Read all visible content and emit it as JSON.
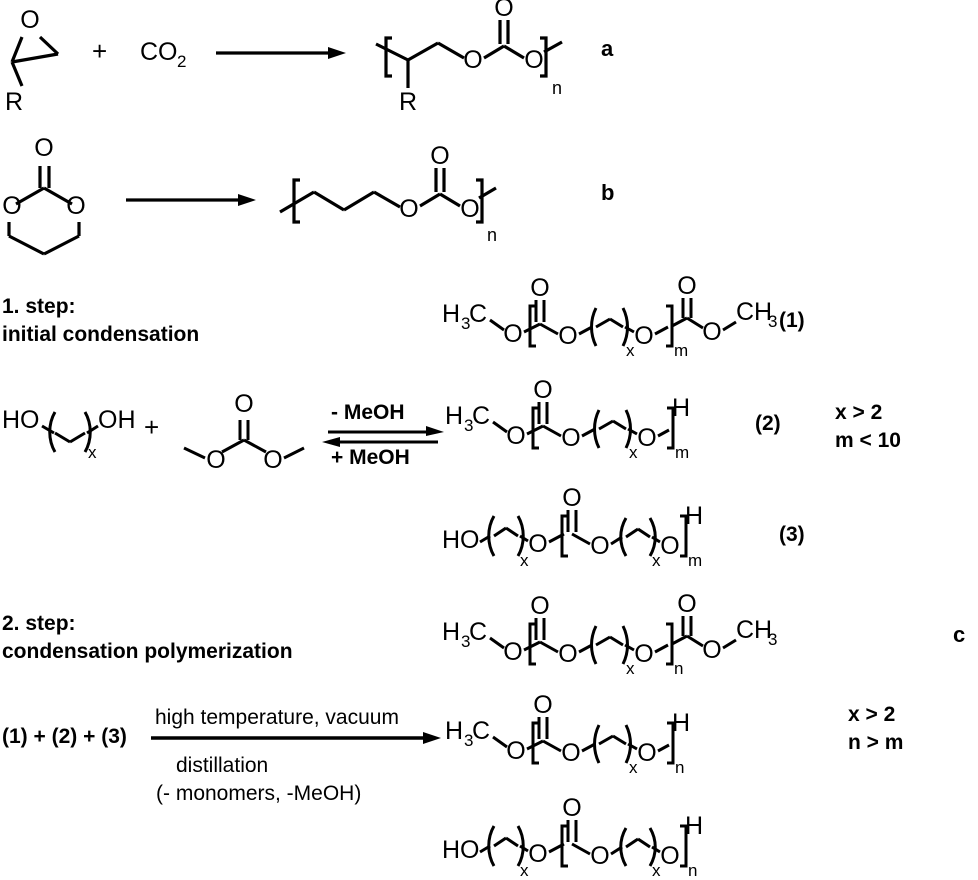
{
  "scheme": {
    "labels": {
      "a": "a",
      "b": "b",
      "c": "c"
    },
    "row_a": {
      "reactant_epoxide": {
        "oxygen": "O",
        "r_group": "R"
      },
      "plus": "+",
      "reactant_co2": {
        "element": "CO",
        "subscript": "2"
      },
      "product": {
        "r_group": "R",
        "oxygen1": "O",
        "oxygen2": "O",
        "carbonyl": "O",
        "repeat": "n"
      }
    },
    "row_b": {
      "reactant_cyclic_carbonate": {
        "carbonyl": "O",
        "oxygen_left": "O",
        "oxygen_right": "O"
      },
      "product": {
        "oxygen1": "O",
        "oxygen2": "O",
        "carbonyl": "O",
        "repeat": "n"
      }
    },
    "step1": {
      "title_line1": "1. step:",
      "title_line2": "initial condensation",
      "structure_1": {
        "number": "(1)",
        "left_end": "H",
        "left_end_sub": "3",
        "left_end_c": "C",
        "ester_o_left": "O",
        "carbonyl_left": "O",
        "o_mid_left": "O",
        "chain_repeat": "x",
        "o_mid_right": "O",
        "bracket_repeat": "m",
        "carbonyl_right": "O",
        "ester_o_right": "O",
        "right_end_c": "CH",
        "right_end_sub": "3"
      },
      "reactant_diol": {
        "left": "HO",
        "right": "OH",
        "repeat": "x"
      },
      "plus": "+",
      "reactant_dmc": {
        "carbonyl": "O",
        "o_left": "O",
        "o_right": "O"
      },
      "arrow_top": "- MeOH",
      "arrow_bottom": "+ MeOH",
      "structure_2": {
        "number": "(2)",
        "left_end": "H",
        "left_end_sub": "3",
        "left_end_c": "C",
        "ester_o_left": "O",
        "carbonyl": "O",
        "o_mid_left": "O",
        "chain_repeat": "x",
        "o_mid_right": "O",
        "bracket_repeat": "m",
        "right_end": "H"
      },
      "structure_3": {
        "number": "(3)",
        "left_end": "HO",
        "chain_repeat_left": "x",
        "o_left": "O",
        "carbonyl": "O",
        "o_mid": "O",
        "chain_repeat_right": "x",
        "o_right": "O",
        "bracket_repeat": "m",
        "right_end": "H"
      },
      "conditions": {
        "line1": "x > 2",
        "line2": "m < 10"
      }
    },
    "step2": {
      "title_line1": "2. step:",
      "title_line2": "condensation polymerization",
      "structure_top": {
        "left_end": "H",
        "left_end_sub": "3",
        "left_end_c": "C",
        "ester_o_left": "O",
        "carbonyl_left": "O",
        "o_mid_left": "O",
        "chain_repeat": "x",
        "o_mid_right": "O",
        "bracket_repeat": "n",
        "carbonyl_right": "O",
        "ester_o_right": "O",
        "right_end_c": "CH",
        "right_end_sub": "3"
      },
      "reactants": "(1) + (2) + (3)",
      "arrow_top": "high temperature, vacuum",
      "arrow_bottom_line1": "distillation",
      "arrow_bottom_line2": "(- monomers, -MeOH)",
      "product_1": {
        "left_end": "H",
        "left_end_sub": "3",
        "left_end_c": "C",
        "ester_o_left": "O",
        "carbonyl": "O",
        "o_mid_left": "O",
        "chain_repeat": "x",
        "o_mid_right": "O",
        "bracket_repeat": "n",
        "right_end": "H"
      },
      "product_2": {
        "left_end": "HO",
        "chain_repeat_left": "x",
        "o_left": "O",
        "carbonyl": "O",
        "o_mid": "O",
        "chain_repeat_right": "x",
        "o_right": "O",
        "bracket_repeat": "n",
        "right_end": "H"
      },
      "conditions": {
        "line1": "x > 2",
        "line2": "n > m"
      }
    }
  },
  "style": {
    "ink": "#000000",
    "paper": "#ffffff"
  }
}
